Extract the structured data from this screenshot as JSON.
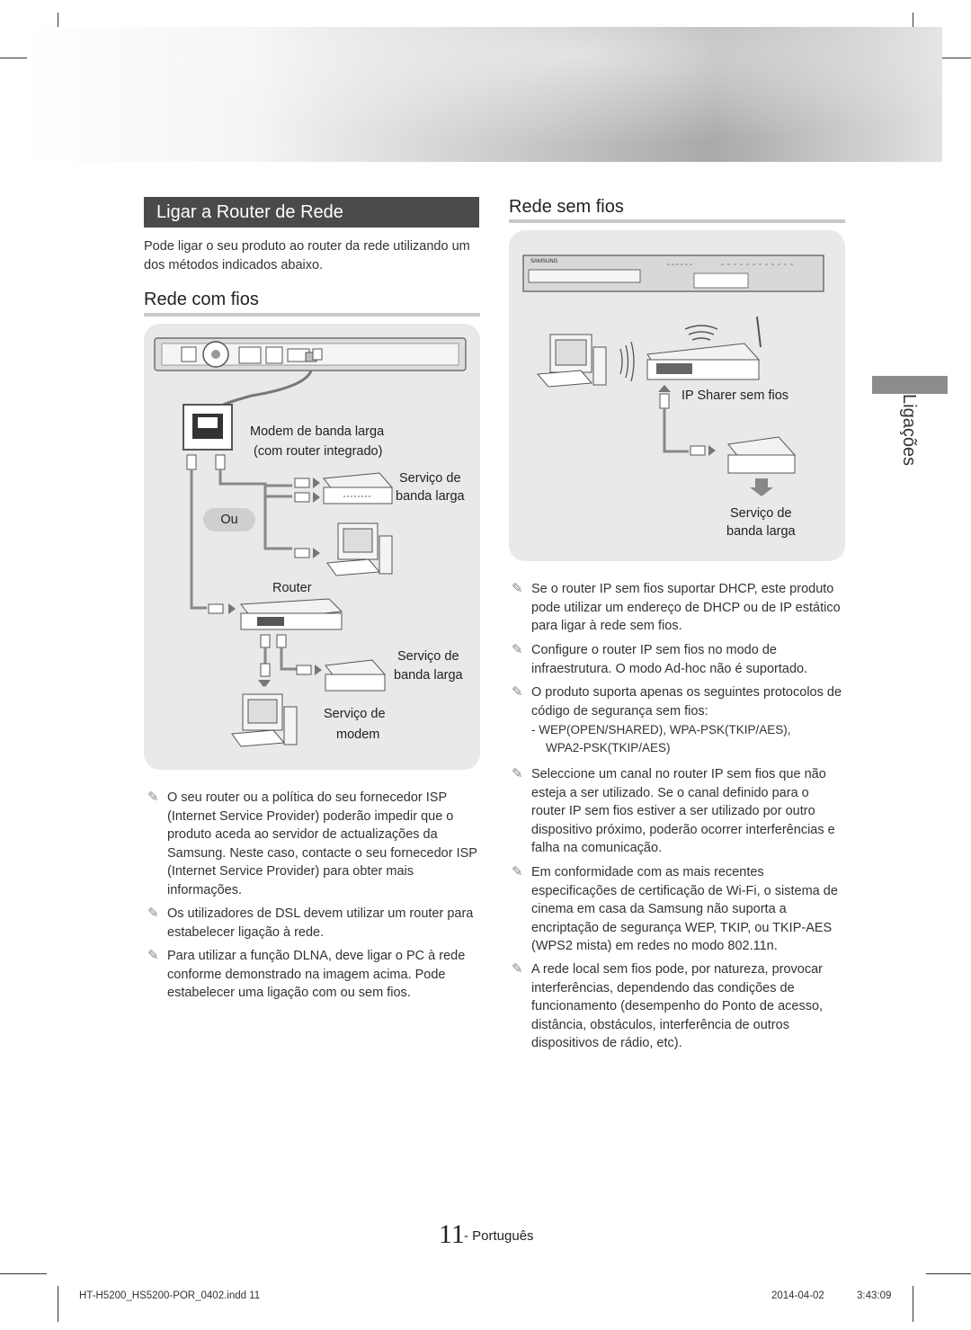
{
  "header": {
    "section_title": "Ligar a Router de Rede",
    "intro": "Pode ligar o seu produto ao router da rede utilizando um dos métodos indicados abaixo.",
    "side_tab_label": "Ligações"
  },
  "wired": {
    "heading": "Rede com fios",
    "labels": {
      "modem_router": "Modem de banda larga",
      "modem_router_sub": "(com router integrado)",
      "broadband1_a": "Serviço de",
      "broadband1_b": "banda larga",
      "or": "Ou",
      "router": "Router",
      "broadband2_a": "Serviço de",
      "broadband2_b": "banda larga",
      "modem_service_a": "Serviço de",
      "modem_service_b": "modem"
    },
    "notes": [
      "O seu router ou a política do seu fornecedor ISP (Internet Service Provider) poderão impedir que o produto aceda ao servidor de actualizações da Samsung. Neste caso, contacte o seu fornecedor ISP (Internet Service Provider) para obter mais informações.",
      "Os utilizadores de DSL devem utilizar um router para estabelecer ligação à rede.",
      "Para utilizar a função DLNA, deve ligar o PC à rede conforme demonstrado na imagem acima. Pode estabelecer uma ligação com ou sem fios."
    ]
  },
  "wireless": {
    "heading": "Rede sem fios",
    "labels": {
      "ip_sharer": "IP Sharer sem fios",
      "broadband_a": "Serviço de",
      "broadband_b": "banda larga",
      "device_brand": "SAMSUNG"
    },
    "notes": [
      "Se o router IP sem fios suportar DHCP, este produto pode utilizar um endereço de DHCP ou de IP estático para ligar à rede sem fios.",
      "Configure o router IP sem fios no modo de infraestrutura. O modo Ad-hoc não é suportado.",
      "O produto suporta apenas os seguintes protocolos de código de segurança sem fios:",
      "Seleccione um canal no router IP sem fios que não esteja a ser utilizado. Se o canal definido para o router IP sem fios estiver a ser utilizado por outro dispositivo próximo, poderão ocorrer interferências e falha na comunicação.",
      "Em conformidade com as mais recentes especificações de certificação de Wi-Fi, o sistema de cinema em casa da Samsung não suporta a encriptação de segurança WEP, TKIP, ou TKIP-AES (WPS2 mista) em redes no modo 802.11n.",
      "A rede local sem fios pode, por natureza, provocar interferências, dependendo das condições de funcionamento (desempenho do Ponto de acesso, distância, obstáculos, interferência de outros dispositivos de rádio, etc)."
    ],
    "protocols_line1": "-  WEP(OPEN/SHARED), WPA-PSK(TKIP/AES),",
    "protocols_line2": "WPA2-PSK(TKIP/AES)"
  },
  "page": {
    "number": "11",
    "language": "- Português"
  },
  "footer": {
    "file": "HT-H5200_HS5200-POR_0402.indd   11",
    "date": "2014-04-02",
    "time": "3:43:09"
  },
  "colors": {
    "title_bar": "#4a4a4a",
    "panel": "#e9e9e9",
    "rule": "#c9c9c9",
    "side_tab": "#8c8c8c"
  }
}
